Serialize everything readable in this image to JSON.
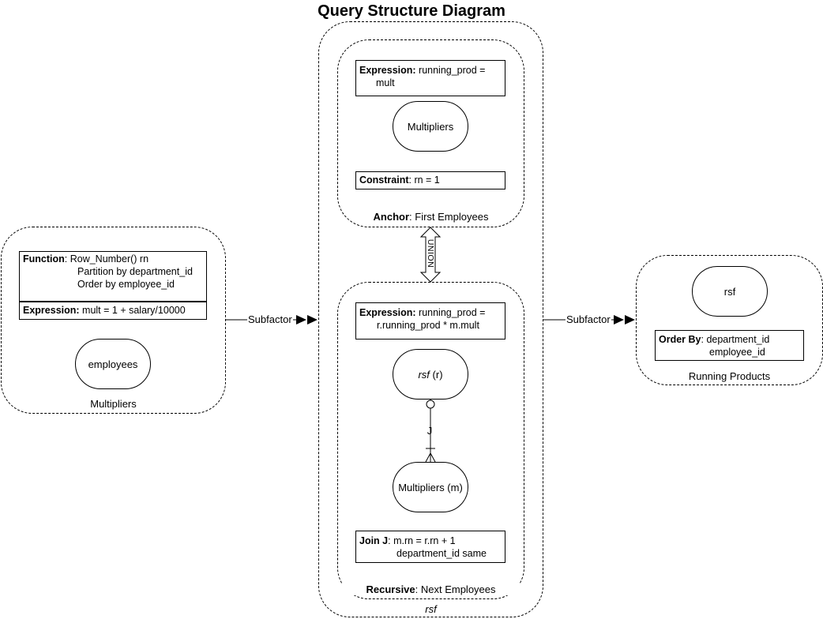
{
  "title": "Query Structure Diagram",
  "multipliers": {
    "caption": "Multipliers",
    "function_label": "Function",
    "function_lines": [
      ": Row_Number() rn",
      "Partition by department_id",
      "Order by employee_id"
    ],
    "expression_label": "Expression:",
    "expression_text": " mult = 1 + salary/10000",
    "entity": "employees"
  },
  "rsf": {
    "caption": "rsf",
    "anchor": {
      "caption_bold": "Anchor",
      "caption_rest": ": First Employees",
      "expression_label": "Expression:",
      "expression_line1": " running_prod =",
      "expression_line2": "mult",
      "entity": "Multipliers",
      "constraint_label": "Constraint",
      "constraint_text": ": rn = 1"
    },
    "union_label": "UNION",
    "recursive": {
      "caption_bold": "Recursive",
      "caption_rest": ": Next Employees",
      "expression_label": "Expression:",
      "expression_line1": " running_prod =",
      "expression_line2": "r.running_prod * m.mult",
      "entity1_italic": "rsf",
      "entity1_rest": " (r)",
      "join_label": "J",
      "entity2": "Multipliers (m)",
      "join_box_label": "Join J",
      "join_line1": ": m.rn = r.rn + 1",
      "join_line2": "department_id same"
    }
  },
  "running": {
    "caption": "Running Products",
    "entity": "rsf",
    "orderby_label": "Order By",
    "orderby_line1": ": department_id",
    "orderby_line2": "employee_id"
  },
  "connectors": {
    "left_label": "Subfactor",
    "right_label": "Subfactor"
  }
}
